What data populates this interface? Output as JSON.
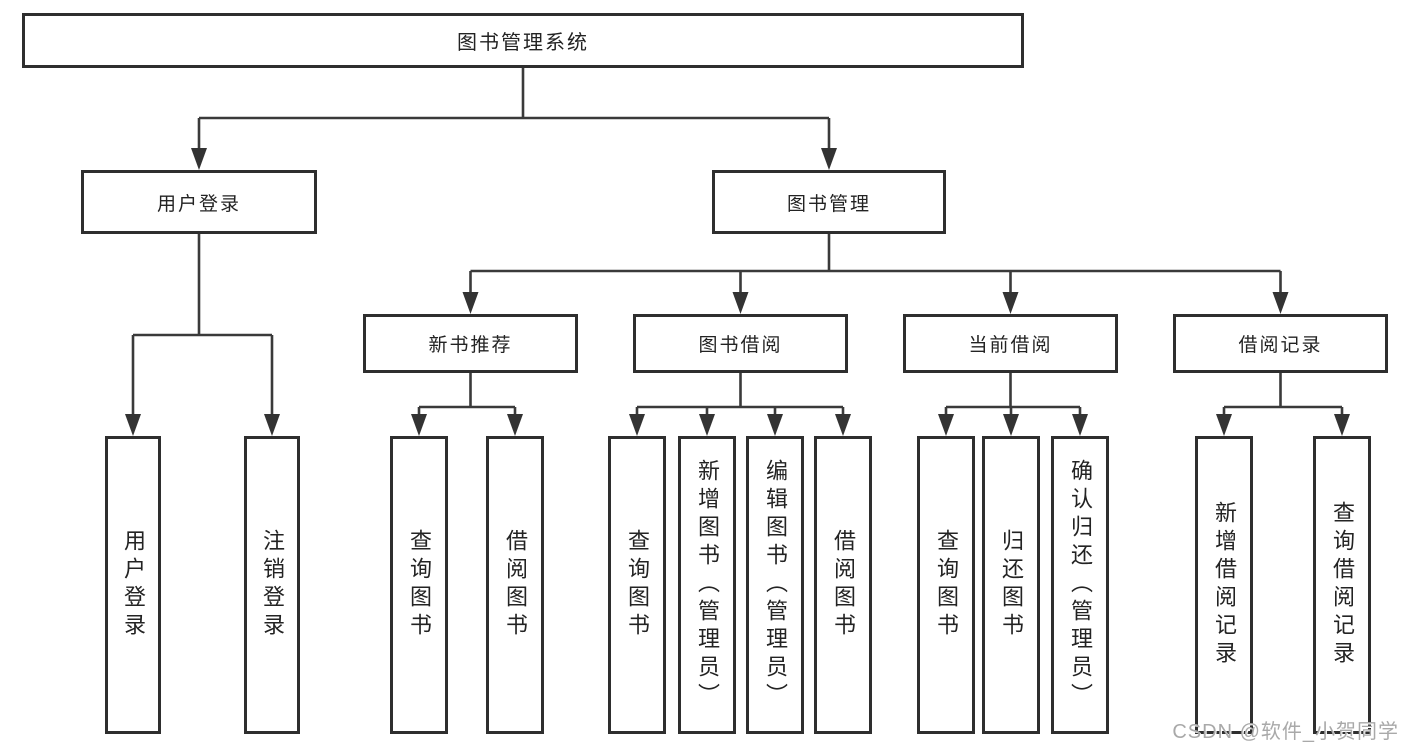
{
  "watermark": "CSDN @软件_小贺同学",
  "colors": {
    "line": "#3a3a3a",
    "box_border": "#2e2e2e",
    "text": "#232323",
    "watermark": "#a9a9a9",
    "background": "#ffffff"
  },
  "nodes": {
    "root": {
      "label": "图书管理系统"
    },
    "user_login": {
      "label": "用户登录"
    },
    "book_mgmt": {
      "label": "图书管理"
    },
    "leaf_user_login": {
      "label": "用户登录"
    },
    "leaf_logout": {
      "label": "注销登录"
    },
    "new_book_rec": {
      "label": "新书推荐"
    },
    "book_borrow": {
      "label": "图书借阅"
    },
    "current_borrow": {
      "label": "当前借阅"
    },
    "borrow_records": {
      "label": "借阅记录"
    },
    "rec_query_books": {
      "label": "查询图书"
    },
    "rec_borrow_books": {
      "label": "借阅图书"
    },
    "bb_query_books": {
      "label": "查询图书"
    },
    "bb_add_books": {
      "label": "新增图书（管理员）"
    },
    "bb_edit_books": {
      "label": "编辑图书（管理员）"
    },
    "bb_borrow_books": {
      "label": "借阅图书"
    },
    "cb_query_books": {
      "label": "查询图书"
    },
    "cb_return_books": {
      "label": "归还图书"
    },
    "cb_confirm_return": {
      "label": "确认归还（管理员）"
    },
    "br_add_record": {
      "label": "新增借阅记录"
    },
    "br_query_record": {
      "label": "查询借阅记录"
    }
  },
  "edges": [
    [
      "root",
      "user_login"
    ],
    [
      "root",
      "book_mgmt"
    ],
    [
      "user_login",
      "leaf_user_login"
    ],
    [
      "user_login",
      "leaf_logout"
    ],
    [
      "book_mgmt",
      "new_book_rec"
    ],
    [
      "book_mgmt",
      "book_borrow"
    ],
    [
      "book_mgmt",
      "current_borrow"
    ],
    [
      "book_mgmt",
      "borrow_records"
    ],
    [
      "new_book_rec",
      "rec_query_books"
    ],
    [
      "new_book_rec",
      "rec_borrow_books"
    ],
    [
      "book_borrow",
      "bb_query_books"
    ],
    [
      "book_borrow",
      "bb_add_books"
    ],
    [
      "book_borrow",
      "bb_edit_books"
    ],
    [
      "book_borrow",
      "bb_borrow_books"
    ],
    [
      "current_borrow",
      "cb_query_books"
    ],
    [
      "current_borrow",
      "cb_return_books"
    ],
    [
      "current_borrow",
      "cb_confirm_return"
    ],
    [
      "borrow_records",
      "br_add_record"
    ],
    [
      "borrow_records",
      "br_query_record"
    ]
  ]
}
